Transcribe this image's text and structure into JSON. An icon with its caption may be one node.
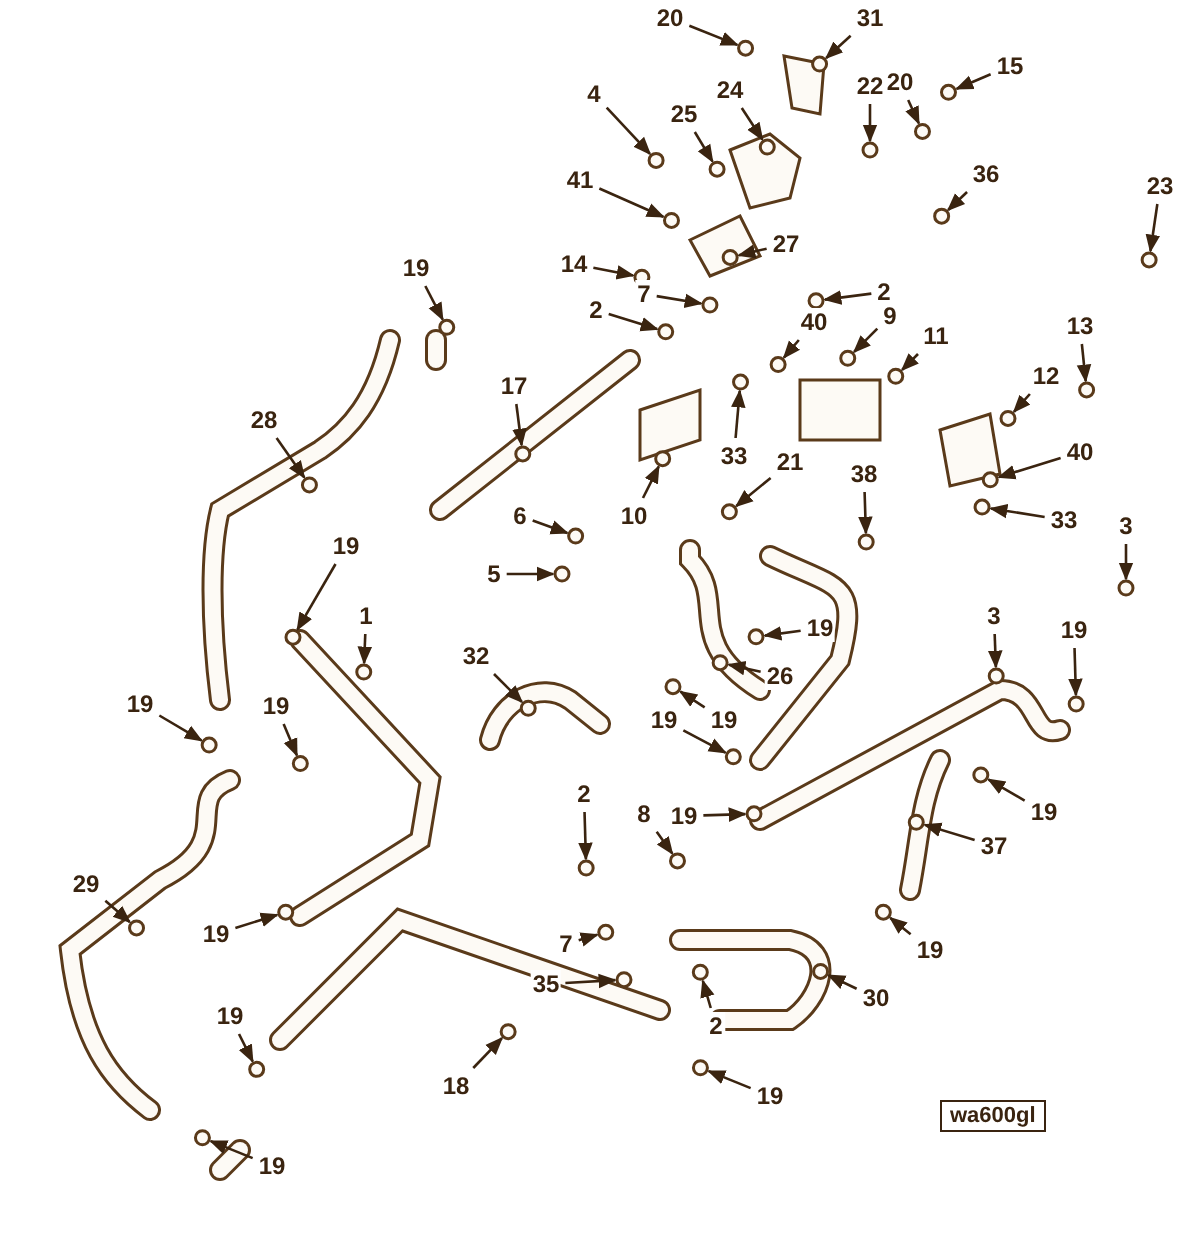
{
  "diagram": {
    "nodes": [
      {
        "text": [
          "20"
        ]
      },
      {
        "text": [
          "31"
        ]
      },
      {
        "text": [
          "4"
        ]
      },
      {
        "text": [
          "24"
        ]
      },
      {
        "text": [
          "25"
        ]
      },
      {
        "text": [
          "22"
        ]
      },
      {
        "text": [
          "20"
        ]
      },
      {
        "text": [
          "15"
        ]
      },
      {
        "text": [
          "41"
        ]
      },
      {
        "text": [
          "36"
        ]
      },
      {
        "text": [
          "23"
        ]
      },
      {
        "text": [
          "27"
        ]
      },
      {
        "text": [
          "14"
        ]
      },
      {
        "text": [
          "7"
        ]
      },
      {
        "text": [
          "2"
        ]
      },
      {
        "text": [
          "19"
        ]
      },
      {
        "text": [
          "2"
        ]
      },
      {
        "text": [
          "40"
        ]
      },
      {
        "text": [
          "9"
        ]
      },
      {
        "text": [
          "11"
        ]
      },
      {
        "text": [
          "13"
        ]
      },
      {
        "text": [
          "17"
        ]
      },
      {
        "text": [
          "12"
        ]
      },
      {
        "text": [
          "28"
        ]
      },
      {
        "text": [
          "33"
        ]
      },
      {
        "text": [
          "40"
        ]
      },
      {
        "text": [
          "21"
        ]
      },
      {
        "text": [
          "38"
        ]
      },
      {
        "text": [
          "10"
        ]
      },
      {
        "text": [
          "6"
        ]
      },
      {
        "text": [
          "33"
        ]
      },
      {
        "text": [
          "3"
        ]
      },
      {
        "text": [
          "19"
        ]
      },
      {
        "text": [
          "5"
        ]
      },
      {
        "text": [
          "1"
        ]
      },
      {
        "text": [
          "3"
        ]
      },
      {
        "text": [
          "19"
        ]
      },
      {
        "text": [
          "19"
        ]
      },
      {
        "text": [
          "32"
        ]
      },
      {
        "text": [
          "26"
        ]
      },
      {
        "text": [
          "19"
        ]
      },
      {
        "text": [
          "19"
        ]
      },
      {
        "text": [
          "19"
        ]
      },
      {
        "text": [
          "19"
        ]
      },
      {
        "text": [
          "2"
        ]
      },
      {
        "text": [
          "19"
        ]
      },
      {
        "text": [
          "8"
        ]
      },
      {
        "text": [
          "19"
        ]
      },
      {
        "text": [
          "37"
        ]
      },
      {
        "text": [
          "29"
        ]
      },
      {
        "text": [
          "19"
        ]
      },
      {
        "text": [
          "7"
        ]
      },
      {
        "text": [
          "19"
        ]
      },
      {
        "text": [
          "35"
        ]
      },
      {
        "text": [
          "30"
        ]
      },
      {
        "text": [
          "19"
        ]
      },
      {
        "text": [
          "2"
        ]
      },
      {
        "text": [
          "18"
        ]
      },
      {
        "text": [
          "19"
        ]
      },
      {
        "text": [
          "19"
        ]
      },
      {
        "text": [],
        "shape": "circle"
      },
      {
        "text": [],
        "shape": "circle"
      },
      {
        "text": [],
        "shape": "circle"
      },
      {
        "text": [],
        "shape": "circle"
      },
      {
        "text": [],
        "shape": "circle"
      },
      {
        "text": [],
        "shape": "circle"
      },
      {
        "text": [],
        "shape": "circle"
      },
      {
        "text": [],
        "shape": "circle"
      },
      {
        "text": [],
        "shape": "circle"
      },
      {
        "text": [],
        "shape": "circle"
      },
      {
        "text": [],
        "shape": "circle"
      },
      {
        "text": [],
        "shape": "circle"
      },
      {
        "text": [],
        "shape": "circle"
      },
      {
        "text": [],
        "shape": "circle"
      },
      {
        "text": [],
        "shape": "circle"
      },
      {
        "text": [],
        "shape": "circle"
      },
      {
        "text": [],
        "shape": "circle"
      },
      {
        "text": [],
        "shape": "circle"
      },
      {
        "text": [],
        "shape": "circle"
      },
      {
        "text": [],
        "shape": "circle"
      },
      {
        "text": [],
        "shape": "circle"
      },
      {
        "text": [],
        "shape": "circle"
      },
      {
        "text": [],
        "shape": "circle"
      },
      {
        "text": [],
        "shape": "circle"
      },
      {
        "text": [],
        "shape": "circle"
      },
      {
        "text": [],
        "shape": "circle"
      },
      {
        "text": [],
        "shape": "circle"
      },
      {
        "text": [],
        "shape": "circle"
      },
      {
        "text": [],
        "shape": "circle"
      },
      {
        "text": [],
        "shape": "circle"
      },
      {
        "text": [],
        "shape": "circle"
      },
      {
        "text": [],
        "shape": "circle"
      },
      {
        "text": [],
        "shape": "circle"
      },
      {
        "text": [],
        "shape": "circle"
      },
      {
        "text": [],
        "shape": "circle"
      },
      {
        "text": [],
        "shape": "circle"
      },
      {
        "text": [],
        "shape": "circle"
      },
      {
        "text": [],
        "shape": "circle"
      },
      {
        "text": [],
        "shape": "circle"
      },
      {
        "text": [],
        "shape": "circle"
      },
      {
        "text": [],
        "shape": "circle"
      },
      {
        "text": [],
        "shape": "circle"
      },
      {
        "text": [],
        "shape": "circle"
      },
      {
        "text": [],
        "shape": "circle"
      },
      {
        "text": [],
        "shape": "circle"
      },
      {
        "text": [],
        "shape": "circle"
      },
      {
        "text": [],
        "shape": "circle"
      },
      {
        "text": [],
        "shape": "circle"
      },
      {
        "text": [],
        "shape": "circle"
      },
      {
        "text": [],
        "shape": "circle"
      },
      {
        "text": [],
        "shape": "circle"
      },
      {
        "text": [],
        "shape": "circle"
      },
      {
        "text": [],
        "shape": "circle"
      },
      {
        "text": [],
        "shape": "circle"
      },
      {
        "text": [],
        "shape": "circle"
      },
      {
        "text": [],
        "shape": "circle"
      },
      {
        "text": [],
        "shape": "circle"
      },
      {
        "text": [],
        "shape": "circle"
      },
      {
        "text": [],
        "shape": "circle"
      },
      {
        "text": [],
        "shape": "circle"
      }
    ],
    "edges": [
      {
        "from": 0,
        "to": 60,
        "arrow": "to"
      },
      {
        "from": 1,
        "to": 61,
        "arrow": "to"
      },
      {
        "from": 2,
        "to": 62,
        "arrow": "to"
      },
      {
        "from": 3,
        "to": 63,
        "arrow": "to"
      },
      {
        "from": 4,
        "to": 64,
        "arrow": "to"
      },
      {
        "from": 5,
        "to": 65,
        "arrow": "to"
      },
      {
        "from": 6,
        "to": 66,
        "arrow": "to"
      },
      {
        "from": 7,
        "to": 67,
        "arrow": "to"
      },
      {
        "from": 8,
        "to": 68,
        "arrow": "to"
      },
      {
        "from": 9,
        "to": 69,
        "arrow": "to"
      },
      {
        "from": 10,
        "to": 70,
        "arrow": "to"
      },
      {
        "from": 11,
        "to": 71,
        "arrow": "to"
      },
      {
        "from": 12,
        "to": 72,
        "arrow": "to"
      },
      {
        "from": 13,
        "to": 73,
        "arrow": "to"
      },
      {
        "from": 14,
        "to": 74,
        "arrow": "to"
      },
      {
        "from": 15,
        "to": 75,
        "arrow": "to"
      },
      {
        "from": 16,
        "to": 76,
        "arrow": "to"
      },
      {
        "from": 17,
        "to": 77,
        "arrow": "to"
      },
      {
        "from": 18,
        "to": 78,
        "arrow": "to"
      },
      {
        "from": 19,
        "to": 79,
        "arrow": "to"
      },
      {
        "from": 20,
        "to": 80,
        "arrow": "to"
      },
      {
        "from": 21,
        "to": 81,
        "arrow": "to"
      },
      {
        "from": 22,
        "to": 82,
        "arrow": "to"
      },
      {
        "from": 23,
        "to": 83,
        "arrow": "to"
      },
      {
        "from": 24,
        "to": 84,
        "arrow": "to"
      },
      {
        "from": 25,
        "to": 85,
        "arrow": "to"
      },
      {
        "from": 26,
        "to": 86,
        "arrow": "to"
      },
      {
        "from": 27,
        "to": 87,
        "arrow": "to"
      },
      {
        "from": 28,
        "to": 88,
        "arrow": "to"
      },
      {
        "from": 29,
        "to": 89,
        "arrow": "to"
      },
      {
        "from": 30,
        "to": 90,
        "arrow": "to"
      },
      {
        "from": 31,
        "to": 91,
        "arrow": "to"
      },
      {
        "from": 32,
        "to": 92,
        "arrow": "to"
      },
      {
        "from": 33,
        "to": 93,
        "arrow": "to"
      },
      {
        "from": 34,
        "to": 94,
        "arrow": "to"
      },
      {
        "from": 35,
        "to": 95,
        "arrow": "to"
      },
      {
        "from": 36,
        "to": 96,
        "arrow": "to"
      },
      {
        "from": 37,
        "to": 97,
        "arrow": "to"
      },
      {
        "from": 38,
        "to": 98,
        "arrow": "to"
      },
      {
        "from": 39,
        "to": 99,
        "arrow": "to"
      },
      {
        "from": 40,
        "to": 100,
        "arrow": "to"
      },
      {
        "from": 41,
        "to": 101,
        "arrow": "to"
      },
      {
        "from": 42,
        "to": 102,
        "arrow": "to"
      },
      {
        "from": 43,
        "to": 103,
        "arrow": "to"
      },
      {
        "from": 44,
        "to": 104,
        "arrow": "to"
      },
      {
        "from": 45,
        "to": 105,
        "arrow": "to"
      },
      {
        "from": 46,
        "to": 106,
        "arrow": "to"
      },
      {
        "from": 47,
        "to": 107,
        "arrow": "to"
      },
      {
        "from": 48,
        "to": 108,
        "arrow": "to"
      },
      {
        "from": 49,
        "to": 109,
        "arrow": "to"
      },
      {
        "from": 50,
        "to": 110,
        "arrow": "to"
      },
      {
        "from": 51,
        "to": 111,
        "arrow": "to"
      },
      {
        "from": 52,
        "to": 112,
        "arrow": "to"
      },
      {
        "from": 53,
        "to": 113,
        "arrow": "to"
      },
      {
        "from": 54,
        "to": 114,
        "arrow": "to"
      },
      {
        "from": 55,
        "to": 115,
        "arrow": "to"
      },
      {
        "from": 56,
        "to": 116,
        "arrow": "to"
      },
      {
        "from": 57,
        "to": 117,
        "arrow": "to"
      },
      {
        "from": 58,
        "to": 118,
        "arrow": "to"
      },
      {
        "from": 59,
        "to": 119,
        "arrow": "to"
      }
    ],
    "labels": [
      "wa600gl"
    ]
  }
}
